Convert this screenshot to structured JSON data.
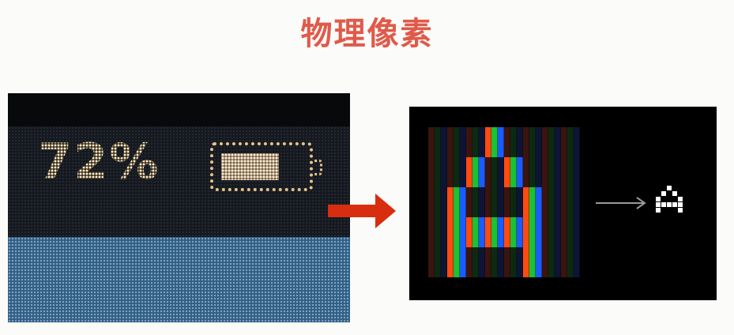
{
  "title": "物理像素",
  "colors": {
    "title": "#e05a4a",
    "arrow": "#d92d10",
    "small_arrow": "#9a9a9a",
    "red": "#ff4a10",
    "green": "#1bc232",
    "blue": "#1a5cff",
    "dim_red": "#3a140e",
    "dim_green": "#0c2a12",
    "dim_blue": "#0e1436"
  },
  "left_photo": {
    "percent_text": "72%",
    "battery_level": 0.72
  },
  "zoom_panel": {
    "letter_pixels": [
      "0001000",
      "0010100",
      "0100010",
      "0111110",
      "0100010"
    ]
  },
  "mini_letter": [
    "00100",
    "01010",
    "10001",
    "11111",
    "10001"
  ]
}
